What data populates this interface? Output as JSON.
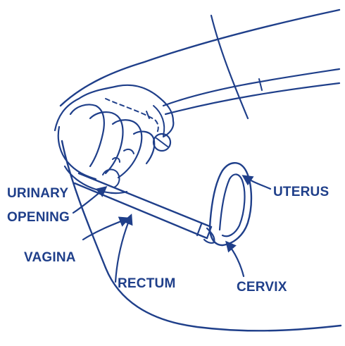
{
  "colors": {
    "ink": "#1f3f8a",
    "background": "#ffffff"
  },
  "labels": {
    "urinary_line1": "URINARY",
    "urinary_line2": "OPENING",
    "vagina": "VAGINA",
    "rectum": "RECTUM",
    "uterus": "UTERUS",
    "cervix": "CERVIX"
  }
}
